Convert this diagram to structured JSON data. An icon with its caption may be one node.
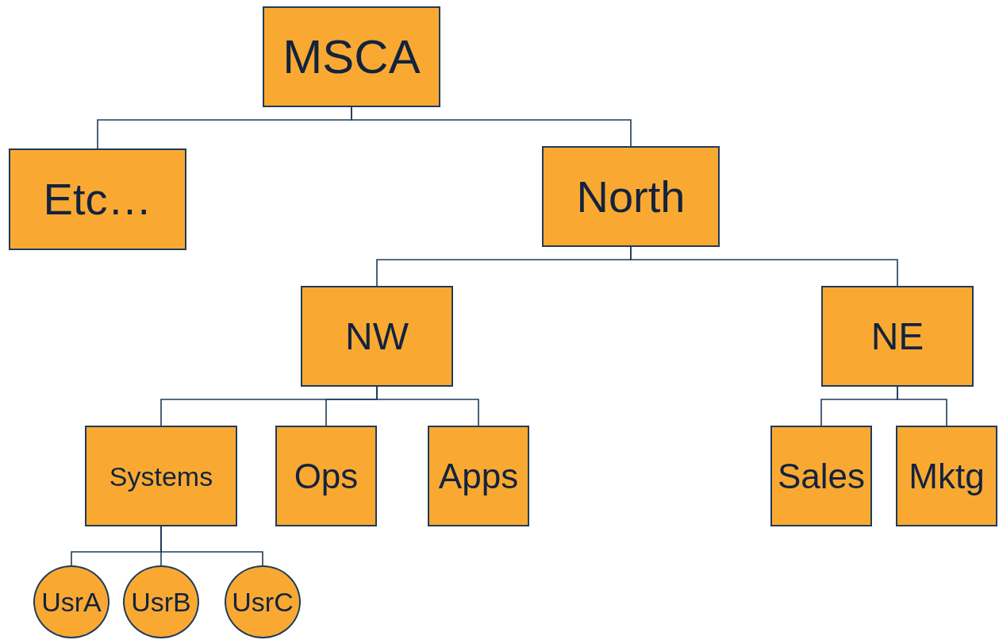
{
  "diagram": {
    "nodes": [
      {
        "text": [
          "MSCA"
        ]
      },
      {
        "text": [
          "Etc…"
        ]
      },
      {
        "text": [
          "North"
        ]
      },
      {
        "text": [
          "NW"
        ]
      },
      {
        "text": [
          "NE"
        ]
      },
      {
        "text": [
          "Systems"
        ]
      },
      {
        "text": [
          "Ops"
        ]
      },
      {
        "text": [
          "Apps"
        ]
      },
      {
        "text": [
          "Sales"
        ]
      },
      {
        "text": [
          "Mktg"
        ]
      },
      {
        "text": [
          "UsrA"
        ]
      },
      {
        "text": [
          "UsrB"
        ]
      },
      {
        "text": [
          "UsrC"
        ]
      }
    ],
    "edges": [
      {
        "from": 0,
        "to": 1,
        "arrow": "none"
      },
      {
        "from": 0,
        "to": 2,
        "arrow": "none"
      },
      {
        "from": 2,
        "to": 3,
        "arrow": "none"
      },
      {
        "from": 2,
        "to": 4,
        "arrow": "none"
      },
      {
        "from": 3,
        "to": 5,
        "arrow": "none"
      },
      {
        "from": 3,
        "to": 6,
        "arrow": "none"
      },
      {
        "from": 3,
        "to": 7,
        "arrow": "none"
      },
      {
        "from": 4,
        "to": 8,
        "arrow": "none"
      },
      {
        "from": 4,
        "to": 9,
        "arrow": "none"
      },
      {
        "from": 5,
        "to": 10,
        "arrow": "none"
      },
      {
        "from": 5,
        "to": 11,
        "arrow": "none"
      },
      {
        "from": 5,
        "to": 12,
        "arrow": "none"
      }
    ]
  }
}
